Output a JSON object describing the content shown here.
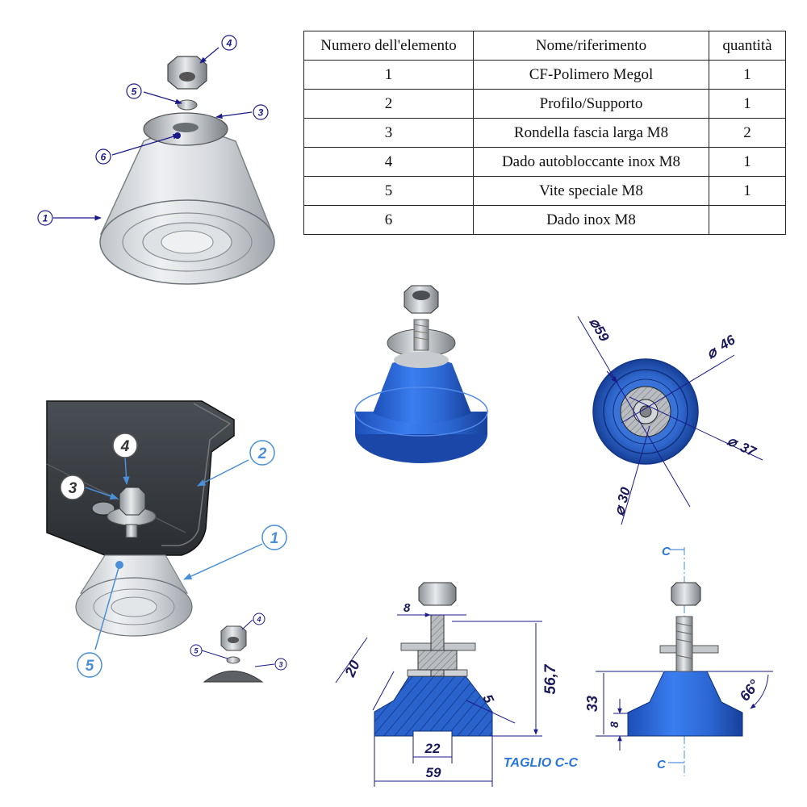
{
  "table": {
    "headers": [
      "Numero dell'elemento",
      "Nome/riferimento",
      "quantità"
    ],
    "rows": [
      {
        "num": "1",
        "name": "CF-Polimero Megol",
        "qty": "1"
      },
      {
        "num": "2",
        "name": "Profilo/Supporto",
        "qty": "1"
      },
      {
        "num": "3",
        "name": "Rondella fascia larga M8",
        "qty": "2"
      },
      {
        "num": "4",
        "name": "Dado autobloccante inox M8",
        "qty": "1"
      },
      {
        "num": "5",
        "name": "Vite speciale M8",
        "qty": "1"
      },
      {
        "num": "6",
        "name": "Dado inox M8",
        "qty": ""
      }
    ]
  },
  "exploded_callouts": {
    "c1": "1",
    "c3": "3",
    "c4": "4",
    "c5": "5",
    "c6": "6"
  },
  "assembly_callouts": {
    "c1": "1",
    "c2": "2",
    "c3": "3",
    "c4": "4",
    "c5": "5"
  },
  "small_callouts": {
    "c3": "3",
    "c4": "4",
    "c5": "5"
  },
  "top_view_dims": {
    "d59": "59",
    "d46": "46",
    "d37": "37",
    "d30": "30",
    "phi": "⌀"
  },
  "section_dims": {
    "d8": "8",
    "d20": "20",
    "d56_7": "56,7",
    "d5": "5",
    "d22": "22",
    "d59": "59",
    "title": "TAGLIO C-C"
  },
  "side_dims": {
    "c_top": "C",
    "c_bottom": "C",
    "d33": "33",
    "d8": "8",
    "angle": "66°"
  },
  "colors": {
    "blue": "#2f6fd6",
    "dark_blue": "#1a3f9a",
    "callout": "#4a8fd8",
    "dim_line": "#1a1a8a"
  }
}
